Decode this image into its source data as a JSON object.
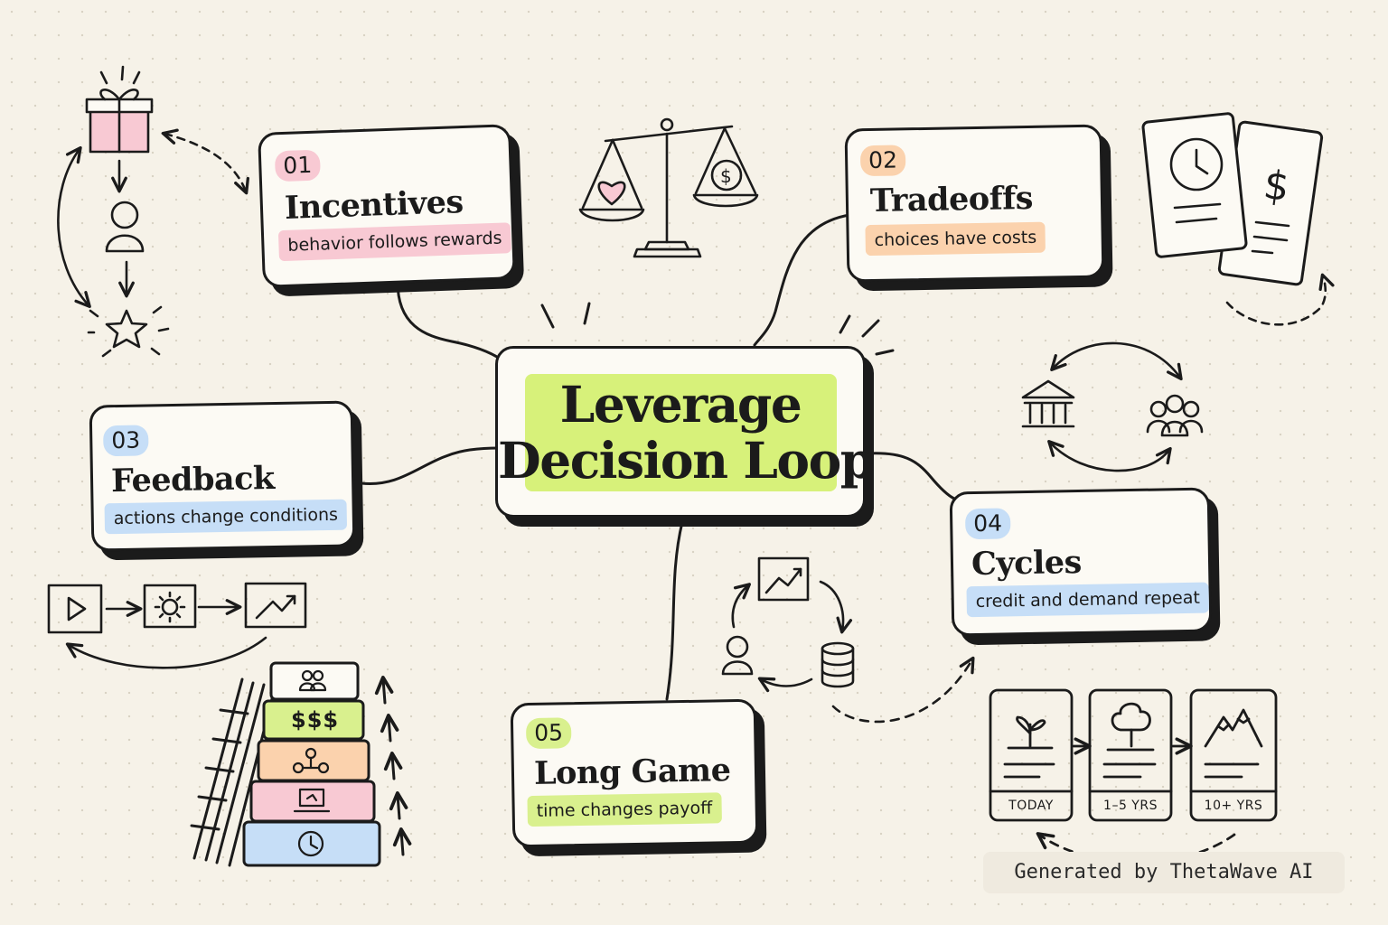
{
  "center": {
    "line1": "Leverage",
    "line2": "Decision Loop"
  },
  "nodes": [
    {
      "num": "01",
      "title": "Incentives",
      "subtitle": "behavior follows rewards",
      "color": "#f8c9d3"
    },
    {
      "num": "02",
      "title": "Tradeoffs",
      "subtitle": "choices have costs",
      "color": "#fbd2ad"
    },
    {
      "num": "03",
      "title": "Feedback",
      "subtitle": "actions change conditions",
      "color": "#c6def7"
    },
    {
      "num": "04",
      "title": "Cycles",
      "subtitle": "credit and demand repeat",
      "color": "#c6def7"
    },
    {
      "num": "05",
      "title": "Long Game",
      "subtitle": "time changes payoff",
      "color": "#d9f08e"
    }
  ],
  "stack": {
    "money_label": "$$$"
  },
  "timeline": [
    "TODAY",
    "1–5 YRS",
    "10+ YRS"
  ],
  "icons": {
    "incentives_loop": [
      "gift-icon",
      "person-icon",
      "star-icon"
    ],
    "scale": "balance-scale-icon",
    "tradeoff_cards": [
      "clock-card-icon",
      "dollar-card-icon"
    ],
    "cycle": [
      "bank-icon",
      "group-icon"
    ],
    "feedback_flow": [
      "play-icon",
      "gear-icon",
      "trend-up-icon"
    ],
    "growth_cycle": [
      "chart-icon",
      "coins-icon",
      "person-icon"
    ],
    "ladder": "ladder-icon",
    "stack_layers": [
      "group-icon",
      "dollar-label",
      "network-icon",
      "laptop-icon",
      "clock-icon"
    ],
    "timeline_steps": [
      "sprout-icon",
      "tree-icon",
      "mountain-icon"
    ]
  },
  "footer": {
    "credit": "Generated by ThetaWave AI"
  }
}
